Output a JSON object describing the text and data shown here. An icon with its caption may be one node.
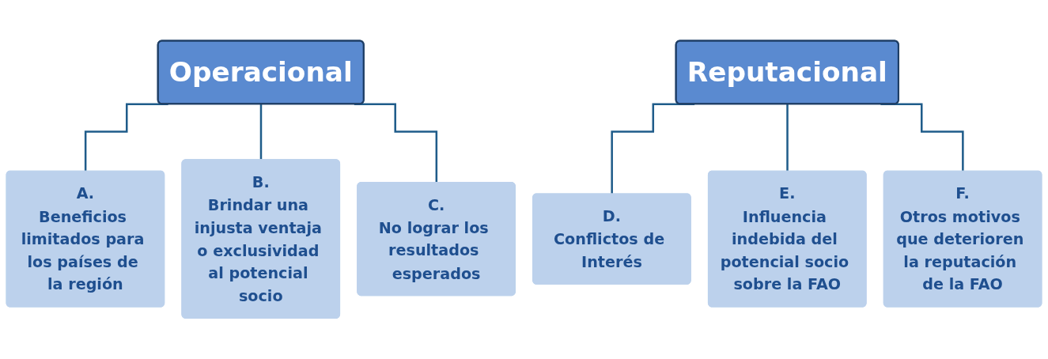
{
  "diagram": {
    "nodes": [
      {
        "text": [
          "Operacional"
        ]
      },
      {
        "text": [
          "A.",
          "Beneficios limitados para los países de la región"
        ]
      },
      {
        "text": [
          "B.",
          "Brindar una injusta ventaja o exclusividad al potencial socio"
        ]
      },
      {
        "text": [
          "C.",
          "No lograr los resultados esperados"
        ]
      },
      {
        "text": [
          "Reputacional"
        ]
      },
      {
        "text": [
          "D.",
          "Conflictos de Interés"
        ]
      },
      {
        "text": [
          "E.",
          "Influencia indebida del potencial socio sobre la FAO"
        ]
      },
      {
        "text": [
          "F.",
          "Otros motivos que deterioren la reputación de la FAO"
        ]
      }
    ],
    "edges": [
      {
        "from": 0,
        "to": 1,
        "arrow": "none"
      },
      {
        "from": 0,
        "to": 2,
        "arrow": "none"
      },
      {
        "from": 0,
        "to": 3,
        "arrow": "none"
      },
      {
        "from": 4,
        "to": 5,
        "arrow": "none"
      },
      {
        "from": 4,
        "to": 6,
        "arrow": "none"
      },
      {
        "from": 4,
        "to": 7,
        "arrow": "none"
      }
    ]
  }
}
